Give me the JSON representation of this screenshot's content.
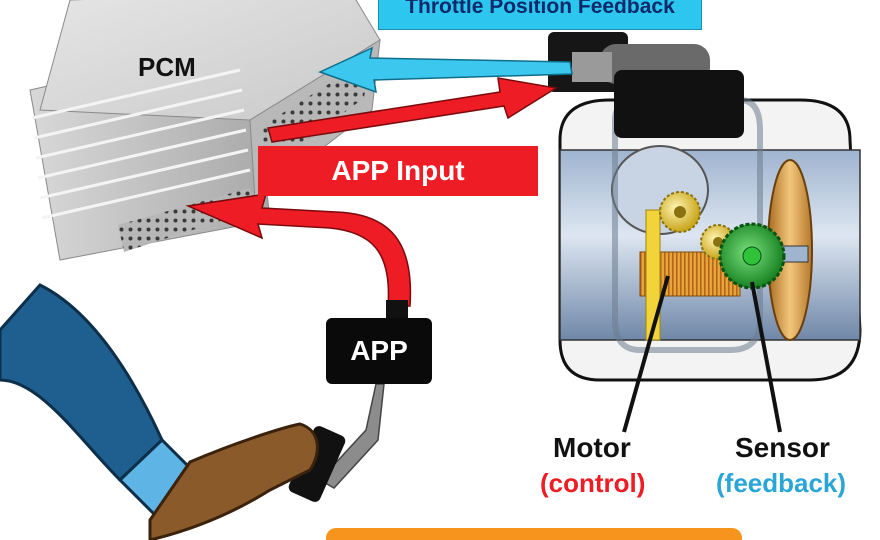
{
  "labels": {
    "throttle_position_feedback": "Throttle Position Feedback",
    "pcm": "PCM",
    "app_input": "APP Input",
    "app": "APP",
    "motor": "Motor",
    "control": "(control)",
    "sensor": "Sensor",
    "feedback": "(feedback)"
  },
  "colors": {
    "feedback_arrow": "#3cc8ee",
    "input_arrow": "#ee1c24",
    "app_input_box": "#ee1c24",
    "feedback_label_box": "#2cc6ee",
    "sensor_gear": "#1fa82a",
    "bottom_banner": "#f7941d"
  }
}
